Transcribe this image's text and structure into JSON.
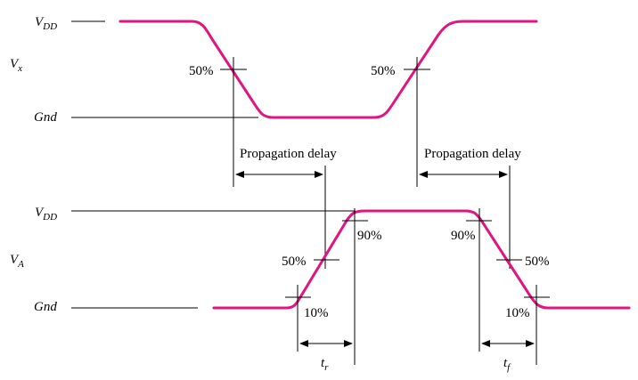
{
  "colors": {
    "waveform": "#e0157f",
    "lines": "#000000"
  },
  "top": {
    "signal_main": "V",
    "signal_sub": "x",
    "vdd_main": "V",
    "vdd_sub": "DD",
    "gnd": "Gnd",
    "pct50_left": "50%",
    "pct50_right": "50%"
  },
  "delays": {
    "left_label": "Propagation delay",
    "right_label": "Propagation delay"
  },
  "bottom": {
    "signal_main": "V",
    "signal_sub": "A",
    "vdd_main": "V",
    "vdd_sub": "DD",
    "gnd": "Gnd",
    "pct50_rise": "50%",
    "pct50_fall": "50%",
    "pct90_rise": "90%",
    "pct90_fall": "90%",
    "pct10_rise": "10%",
    "pct10_fall": "10%",
    "tr_main": "t",
    "tr_sub": "r",
    "tf_main": "t",
    "tf_sub": "f"
  }
}
